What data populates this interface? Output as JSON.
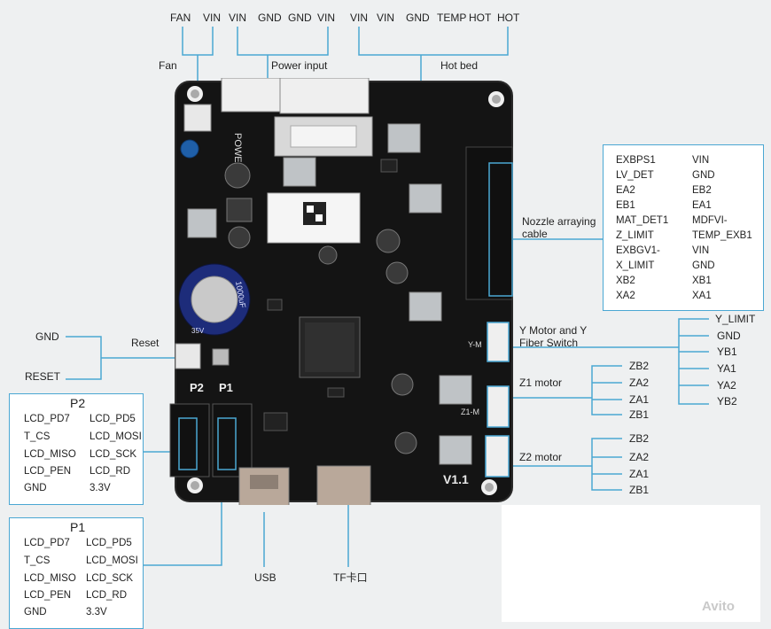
{
  "top_pins": [
    "FAN",
    "VIN",
    "VIN",
    "GND",
    "GND",
    "VIN",
    "VIN",
    "VIN",
    "GND",
    "TEMP",
    "HOT",
    "HOT"
  ],
  "groups": {
    "fan": "Fan",
    "power": "Power input",
    "hotbed": "Hot bed"
  },
  "reset": {
    "title": "Reset",
    "gnd": "GND",
    "reset": "RESET"
  },
  "p2": {
    "title": "P2",
    "left": [
      "LCD_PD7",
      "T_CS",
      "LCD_MISO",
      "LCD_PEN",
      "GND"
    ],
    "right": [
      "LCD_PD5",
      "LCD_MOSI",
      "LCD_SCK",
      "LCD_RD",
      "3.3V"
    ]
  },
  "p1": {
    "title": "P1",
    "left": [
      "LCD_PD7",
      "T_CS",
      "LCD_MISO",
      "LCD_PEN",
      "GND"
    ],
    "right": [
      "LCD_PD5",
      "LCD_MOSI",
      "LCD_SCK",
      "LCD_RD",
      "3.3V"
    ]
  },
  "board": {
    "p2": "P2",
    "p1": "P1",
    "power_silk": "POWER",
    "version": "V1.1",
    "y_silk": "Y-M",
    "z1_silk": "Z1-M",
    "cap_label": "1000uF",
    "cap_sub": "35V"
  },
  "nozzle": {
    "label1": "Nozzle arraying",
    "label2": "cable",
    "left": [
      "EXBPS1",
      "LV_DET",
      "EA2",
      "EB1",
      "MAT_DET1",
      "Z_LIMIT",
      "EXBGV1-",
      "X_LIMIT",
      "XB2",
      "XA2"
    ],
    "right": [
      "VIN",
      "GND",
      "EB2",
      "EA1",
      "MDFVI-",
      "TEMP_EXB1",
      "VIN",
      "GND",
      "XB1",
      "XA1"
    ]
  },
  "ymotor": {
    "label1": "Y Motor and Y",
    "label2": "Fiber Switch",
    "pins": [
      "Y_LIMIT",
      "GND",
      "YB1",
      "YA1",
      "YA2",
      "YB2"
    ]
  },
  "z1": {
    "label": "Z1 motor",
    "pins": [
      "ZB2",
      "ZA2",
      "ZA1",
      "ZB1"
    ]
  },
  "z2": {
    "label": "Z2 motor",
    "pins": [
      "ZB2",
      "ZA2",
      "ZA1",
      "ZB1"
    ]
  },
  "usb": "USB",
  "tf": "TF卡口",
  "watermark": "Avito",
  "colors": {
    "line": "#4aa7d3",
    "board": "#141414",
    "background": "#eef0f1"
  }
}
